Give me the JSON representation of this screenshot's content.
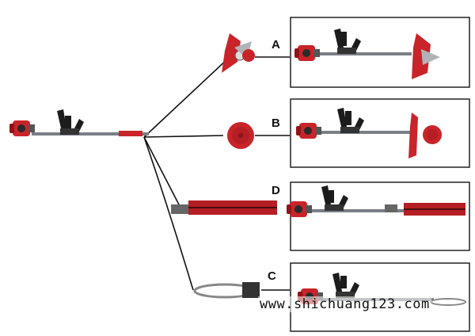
{
  "labels": {
    "a": "A",
    "b": "B",
    "d": "D",
    "c": "C"
  },
  "watermark": "www.shichuang123.com",
  "colors": {
    "engine_red": "#c8242a",
    "dark_red": "#8e1418",
    "shaft": "#7a7f86",
    "handle": "#1c1c1c",
    "line": "#111111",
    "box_border": "#222222"
  }
}
